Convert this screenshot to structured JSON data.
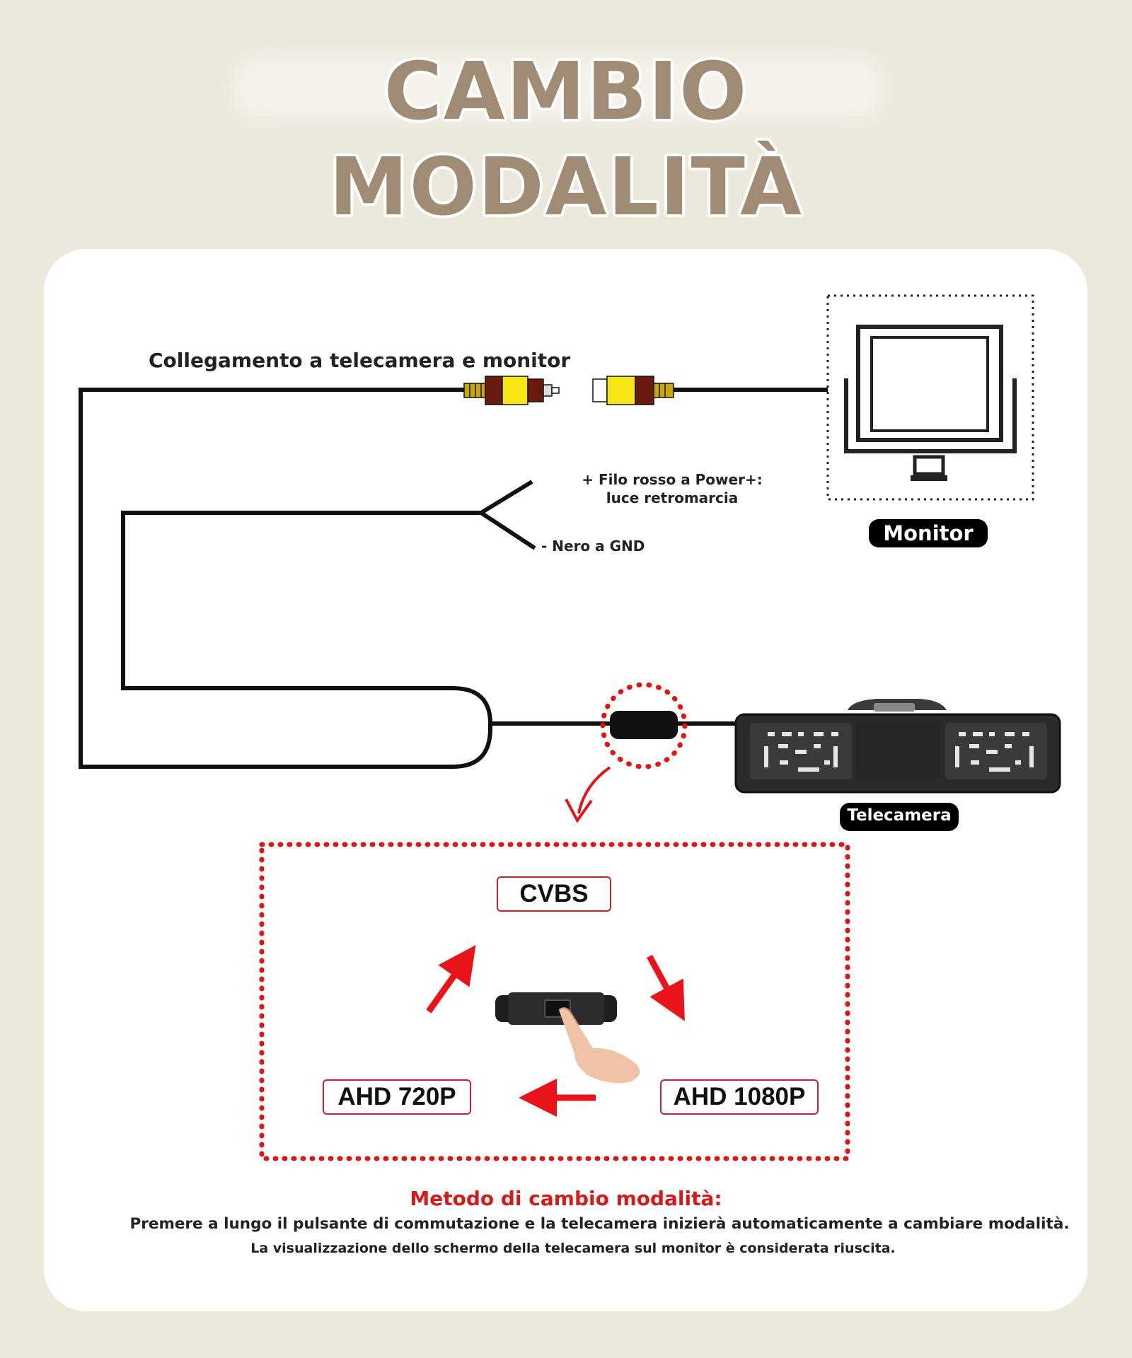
{
  "title": {
    "line1": "CAMBIO",
    "line2": "MODALITÀ"
  },
  "wiring": {
    "connection_label": "Collegamento a telecamera e monitor",
    "red_wire_label": "+ Filo rosso a Power+: luce retromarcia",
    "black_wire_label": "- Nero a GND"
  },
  "devices": {
    "monitor_label": "Monitor",
    "camera_label": "Telecamera"
  },
  "modes": {
    "cvbs": "CVBS",
    "ahd720": "AHD 720P",
    "ahd1080": "AHD 1080P"
  },
  "method": {
    "title": "Metodo di cambio modalità:",
    "line1": "Premere a lungo il pulsante di commutazione e la telecamera inizierà automaticamente a cambiare modalità.",
    "line2": "La visualizzazione dello schermo della telecamera sul monitor è considerata riuscita."
  },
  "colors": {
    "title": "#a08c74",
    "accent_red": "#d61a1a",
    "background": "#ebe8dc",
    "rca_yellow": "#f5e614",
    "rca_brown": "#6b1a10"
  },
  "icons": [
    "monitor-icon",
    "license-plate-camera-icon",
    "rca-plug-icon",
    "switch-box-icon",
    "pointing-hand-icon",
    "arrow-icon"
  ]
}
